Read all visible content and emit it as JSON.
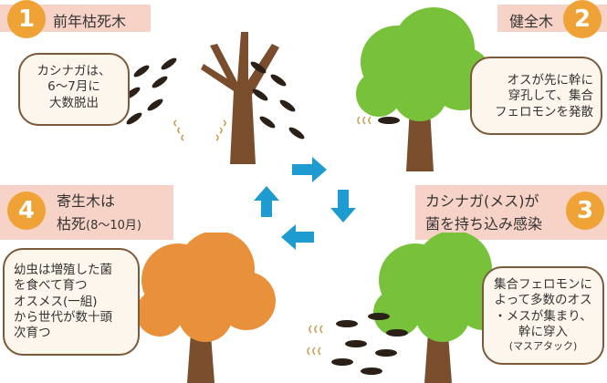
{
  "steps": [
    {
      "number": "1",
      "title": "前年枯死木"
    },
    {
      "number": "2",
      "title": "健全木"
    },
    {
      "number": "3",
      "title_line1": "カシナガ(メス)が",
      "title_line2": "菌を持ち込み感染"
    },
    {
      "number": "4",
      "title_line1": "寄生木は",
      "title_line2": "枯死",
      "title_suffix": "(8～10月)"
    }
  ],
  "bubbles": {
    "step1": [
      "カシナガは、",
      "6～7月に",
      "大数脱出"
    ],
    "step2": [
      "オスが先に幹に",
      "穿孔して、集合",
      "フェロモンを発散"
    ],
    "step3": [
      "集合フェロモンに",
      "よって多数のオス",
      "・メスが集まり、",
      "幹に穿入",
      "(マスアタック)"
    ],
    "step4": [
      "幼虫は増殖した菌",
      "を食べて育つ",
      "オスメス(一組)",
      "から世代が数十頭",
      "次育つ"
    ]
  },
  "colors": {
    "label_bg": "#f7d3c7",
    "number_circle": "#efa337",
    "cycle_arrow": "#1e9bd0",
    "healthy_canopy": "#77c23a",
    "dead_canopy": "#e8913a",
    "trunk": "#7a4e2c"
  }
}
